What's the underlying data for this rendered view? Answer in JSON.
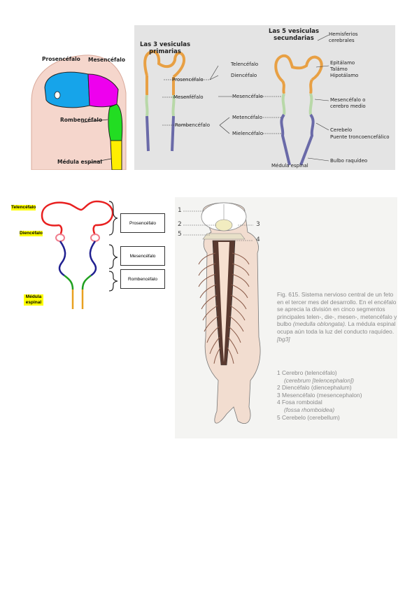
{
  "fig1": {
    "prosencefalo": "Prosencéfalo",
    "mesencefalo": "Mesencéfalo",
    "rombencefalo": "Rombencéfalo",
    "medula": "Médula espinal"
  },
  "fig2": {
    "title_primarias": "Las 3 vesiculas primarias",
    "title_secundarias": "Las 5 vesiculas secundarias",
    "prim_prosencefalo": "Prosencéfalo",
    "prim_mesencefalo": "Mesenféfalo",
    "prim_rombencefalo": "Rombencéfalo",
    "sec_telencefalo": "Telencéfalo",
    "sec_diencefalo": "Diencéfalo",
    "sec_mesencefalo": "Mesencéfalo",
    "sec_metencefalo": "Metencéfalo",
    "sec_mielencefalo": "Mielencéfalo",
    "r_hemisferios": "Hemisferios cerebrales",
    "r_epitalamo": "Epitálamo",
    "r_talamo": "Talámo",
    "r_hipotalamo": "Hipotálamo",
    "r_mesencefalo": "Mesencéfalo o cerebro medio",
    "r_cerebelo": "Cerebelo",
    "r_puente": "Puente troncoencefálico",
    "r_bulbo": "Bulbo raquídeo",
    "medula": "Médula espinal"
  },
  "fig3": {
    "telencefalo": "Telencéfalo",
    "diencefalo": "Diencéfalo",
    "medula": "Médula espinal",
    "box_prosencefalo": "Prosencéfalo",
    "box_mesencefalo": "Mesencéfalo",
    "box_rombencefalo": "Rombencéfalo"
  },
  "fig4": {
    "n1": "1",
    "n2": "2",
    "n3": "3",
    "n4": "4",
    "n5": "5",
    "caption_lead": "Fig. 615. Sistema nervioso central de un feto en el tercer mes del desarrollo. En el encéfalo se aprecia la división en cinco segmentos principales telen-, die-, mesen-, metencéfalo y bulbo",
    "caption_latin": "(medulla oblongata).",
    "caption_tail": "La médula espinal ocupa aún toda la luz del conducto raquídeo.",
    "caption_ref": "[bg3]",
    "legend": [
      {
        "main": "1  Cerebro (telencéfalo)",
        "latin": "(cerebrum [telencephalon])"
      },
      {
        "main": "2  Diencéfalo (diencephalum)",
        "latin": ""
      },
      {
        "main": "3  Mesencéfalo (mesencephalon)",
        "latin": ""
      },
      {
        "main": "4  Fosa romboidal",
        "latin": "(fossa rhomboidea)"
      },
      {
        "main": "5  Cerebelo (cerebellum)",
        "latin": ""
      }
    ]
  }
}
